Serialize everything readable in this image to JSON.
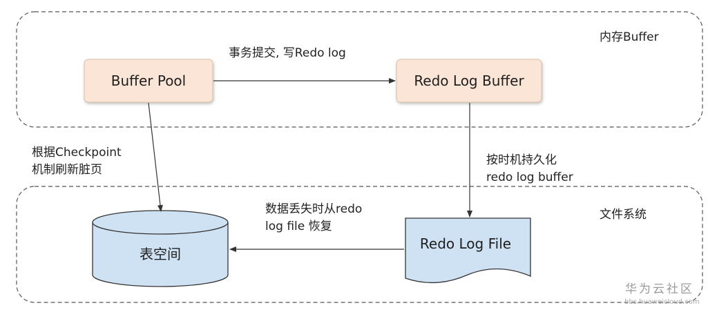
{
  "regions": {
    "memory": "内存Buffer",
    "filesystem": "文件系统"
  },
  "nodes": {
    "buffer_pool": "Buffer Pool",
    "redo_log_buffer": "Redo Log Buffer",
    "tablespace": "表空间",
    "redo_log_file": "Redo Log File"
  },
  "edges": {
    "commit": "事务提交, 写Redo log",
    "checkpoint_line1": "根据Checkpoint",
    "checkpoint_line2": "机制刷新脏页",
    "persist_line1": "按时机持久化",
    "persist_line2": "redo log buffer",
    "recover_line1": "数据丢失时从redo",
    "recover_line2": "log file 恢复"
  },
  "watermark": {
    "brand": "华为云社区",
    "url": "bbs.huaweicloud.com"
  },
  "colors": {
    "memory_node_fill": "#fbe5d6",
    "file_node_fill": "#cfe2f3",
    "stroke": "#333333"
  }
}
